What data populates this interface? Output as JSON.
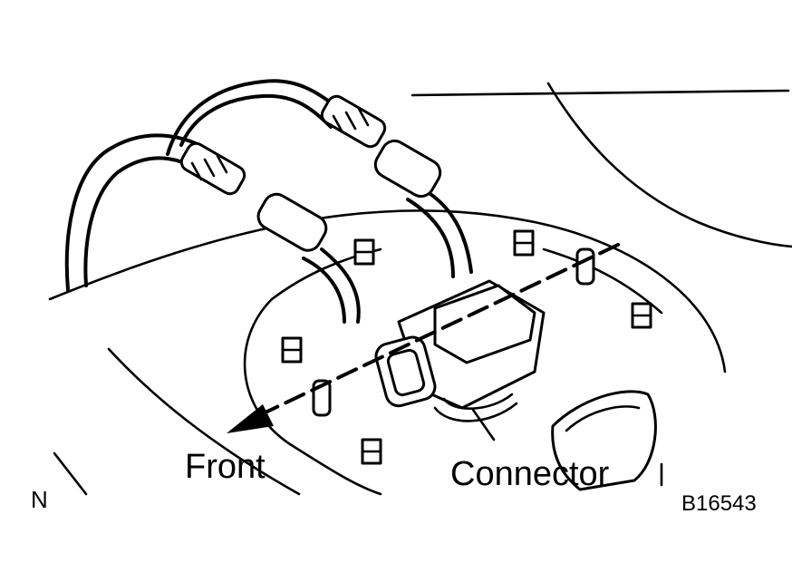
{
  "diagram": {
    "labels": {
      "front": "Front",
      "connector": "Connector",
      "orientation": "N",
      "figure_code": "B16543"
    },
    "line_color": "#000000",
    "background_color": "#ffffff"
  }
}
